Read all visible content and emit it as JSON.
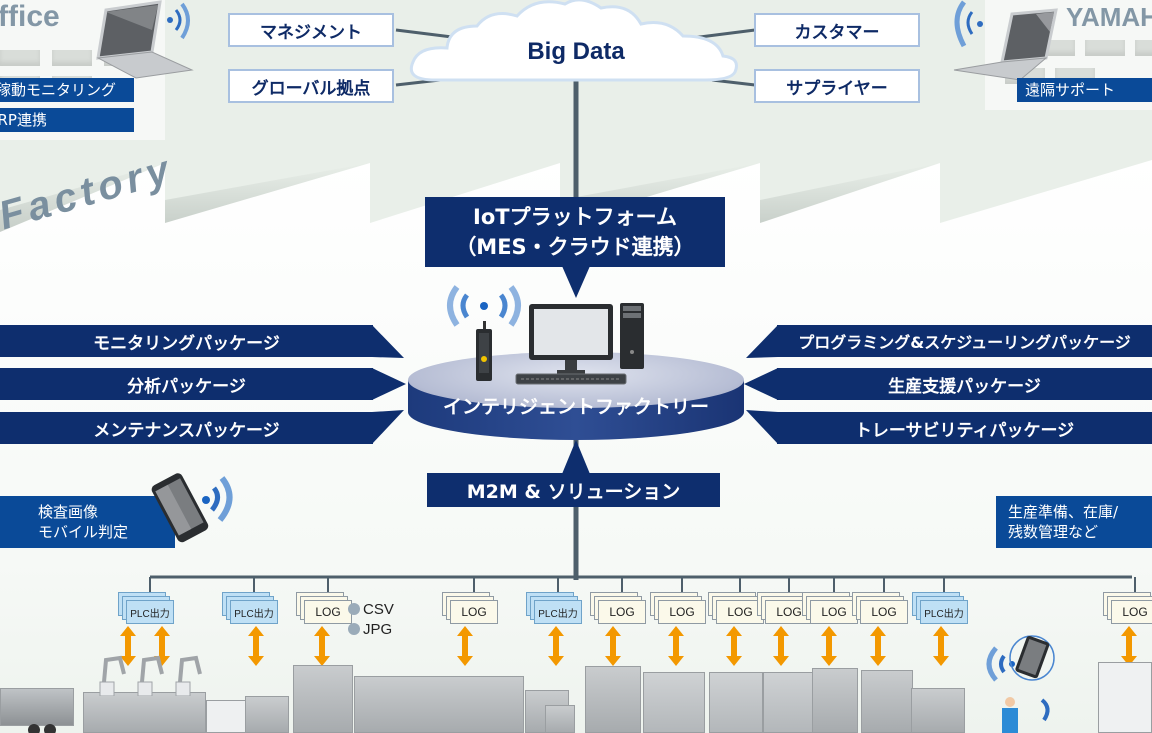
{
  "title": "インテリジェントファクトリー",
  "colors": {
    "navy": "#0e2e6e",
    "tag_blue": "#0a4a98",
    "arrow_orange": "#f39800",
    "line_gray": "#4e5f6b",
    "background": "#e9efe9"
  },
  "office_left": {
    "title": "ffice",
    "icon": "laptop-wifi-icon",
    "tags": [
      "稼動モニタリング",
      "ERP連携"
    ]
  },
  "office_right": {
    "title": "YAMAH",
    "icon": "laptop-wifi-icon",
    "tags": [
      "遠隔サポート"
    ]
  },
  "cloud": {
    "label": "Big Data",
    "left_labels": [
      "マネジメント",
      "グローバル拠点"
    ],
    "right_labels": [
      "カスタマー",
      "サプライヤー"
    ]
  },
  "factory_label": "Factory",
  "iot_platform": {
    "line1": "IoTプラットフォーム",
    "line2": "（MES・クラウド連携）"
  },
  "center_platform": {
    "label": "インテリジェントファクトリー",
    "icons": [
      "wireless-router-icon",
      "desktop-monitor-icon",
      "pc-tower-icon",
      "keyboard-icon"
    ]
  },
  "packages_left": [
    "モニタリングパッケージ",
    "分析パッケージ",
    "メンテナンスパッケージ"
  ],
  "packages_right": [
    "プログラミング&スケジューリングパッケージ",
    "生産支援パッケージ",
    "トレーサビリティパッケージ"
  ],
  "m2m": {
    "label": "M2M & ソリューション"
  },
  "mobile_tag": {
    "line1": "検査画像",
    "line2": "モバイル判定"
  },
  "inventory_tag": {
    "line1": "生産準備、在庫/",
    "line2": "残数管理など"
  },
  "data_files": [
    {
      "type": "plc",
      "label": "PLC出力"
    },
    {
      "type": "plc",
      "label": "PLC出力"
    },
    {
      "type": "log",
      "label": "LOG"
    },
    {
      "type": "log",
      "label": "LOG"
    },
    {
      "type": "plc",
      "label": "PLC出力"
    },
    {
      "type": "log",
      "label": "LOG"
    },
    {
      "type": "log",
      "label": "LOG"
    },
    {
      "type": "log",
      "label": "LOG"
    },
    {
      "type": "log",
      "label": "LOG"
    },
    {
      "type": "log",
      "label": "LOG"
    },
    {
      "type": "log",
      "label": "LOG"
    },
    {
      "type": "plc",
      "label": "PLC出力"
    },
    {
      "type": "log",
      "label": "LOG"
    }
  ],
  "file_formats": [
    "CSV",
    "JPG"
  ]
}
